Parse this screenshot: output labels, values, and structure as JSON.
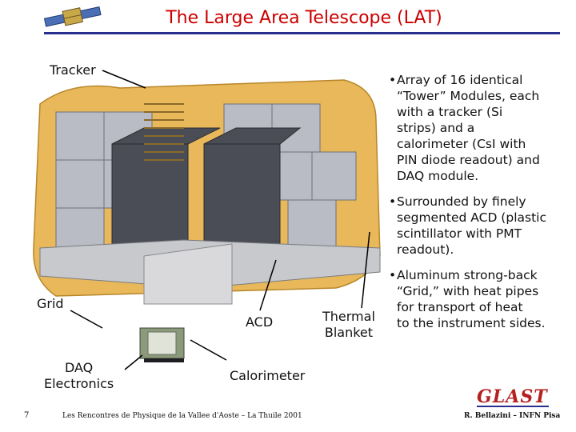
{
  "title": "The Large Area Telescope (LAT)",
  "labels": {
    "tracker": "Tracker",
    "grid": "Grid",
    "acd": "ACD",
    "thermal_blanket_1": "Thermal",
    "thermal_blanket_2": "Blanket",
    "daq_1": "DAQ",
    "daq_2": "Electronics",
    "calorimeter": "Calorimeter"
  },
  "bullets": [
    {
      "marker": "•",
      "lines": [
        "Array of 16 identical",
        "“Tower” Modules, each",
        "with a tracker (Si",
        "strips) and a",
        "calorimeter (CsI with",
        "PIN diode readout) and",
        "DAQ module."
      ]
    },
    {
      "marker": "•",
      "lines": [
        "Surrounded by finely",
        "segmented ACD (plastic",
        "scintillator with PMT",
        "readout)."
      ]
    },
    {
      "marker": "•",
      "lines": [
        "Aluminum strong-back",
        "“Grid,” with heat pipes",
        "for transport of heat",
        "to the instrument sides."
      ]
    }
  ],
  "footer": {
    "page_number": "7",
    "conference": "Les Rencontres de Physique de la Vallee d'Aoste – La Thuile 2001",
    "logo_text": "GLAST",
    "author": "R. Bellazini – INFN Pisa"
  },
  "colors": {
    "title": "#cc0000",
    "rule": "#2a2f8f",
    "blanket": "#e8b85a",
    "logo": "#b52020"
  }
}
